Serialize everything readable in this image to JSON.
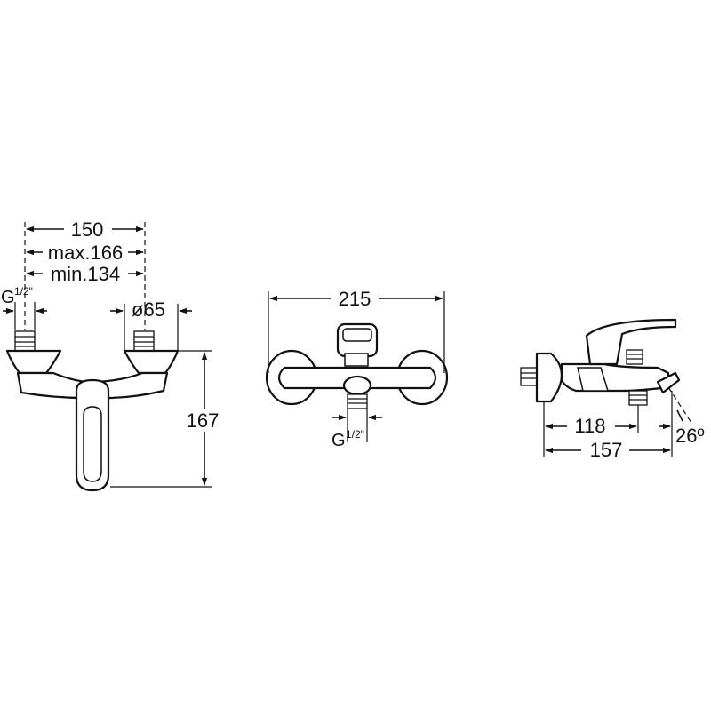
{
  "views": {
    "left": {
      "dim_150": "150",
      "dim_max": "max.166",
      "dim_min": "min.134",
      "thread_g": "G",
      "thread_frac": "1/2\"",
      "dim_dia": "ø65",
      "dim_167": "167"
    },
    "middle": {
      "dim_215": "215",
      "thread_g": "G",
      "thread_frac": "1/2\""
    },
    "right": {
      "dim_118": "118",
      "dim_157": "157",
      "dim_angle": "26º"
    }
  }
}
